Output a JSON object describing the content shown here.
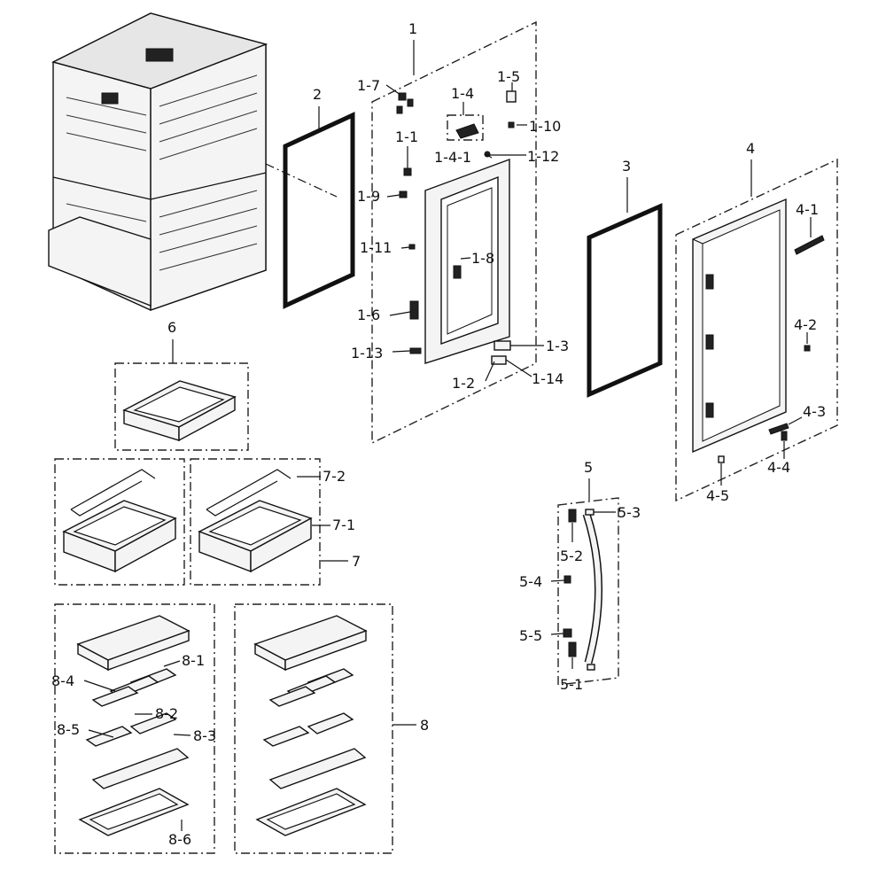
{
  "labels": {
    "l1": "1",
    "l1_1": "1-1",
    "l1_2": "1-2",
    "l1_3": "1-3",
    "l1_4": "1-4",
    "l1_4_1": "1-4-1",
    "l1_5": "1-5",
    "l1_6": "1-6",
    "l1_7": "1-7",
    "l1_8": "1-8",
    "l1_9": "1-9",
    "l1_10": "1-10",
    "l1_11": "1-11",
    "l1_12": "1-12",
    "l1_13": "1-13",
    "l1_14": "1-14",
    "l2": "2",
    "l3": "3",
    "l4": "4",
    "l4_1": "4-1",
    "l4_2": "4-2",
    "l4_3": "4-3",
    "l4_4": "4-4",
    "l4_5": "4-5",
    "l5": "5",
    "l5_1": "5-1",
    "l5_2": "5-2",
    "l5_3": "5-3",
    "l5_4": "5-4",
    "l5_5": "5-5",
    "l6": "6",
    "l7": "7",
    "l7_1": "7-1",
    "l7_2": "7-2",
    "l8": "8",
    "l8_1": "8-1",
    "l8_2": "8-2",
    "l8_3": "8-3",
    "l8_4": "8-4",
    "l8_5": "8-5",
    "l8_6": "8-6"
  }
}
